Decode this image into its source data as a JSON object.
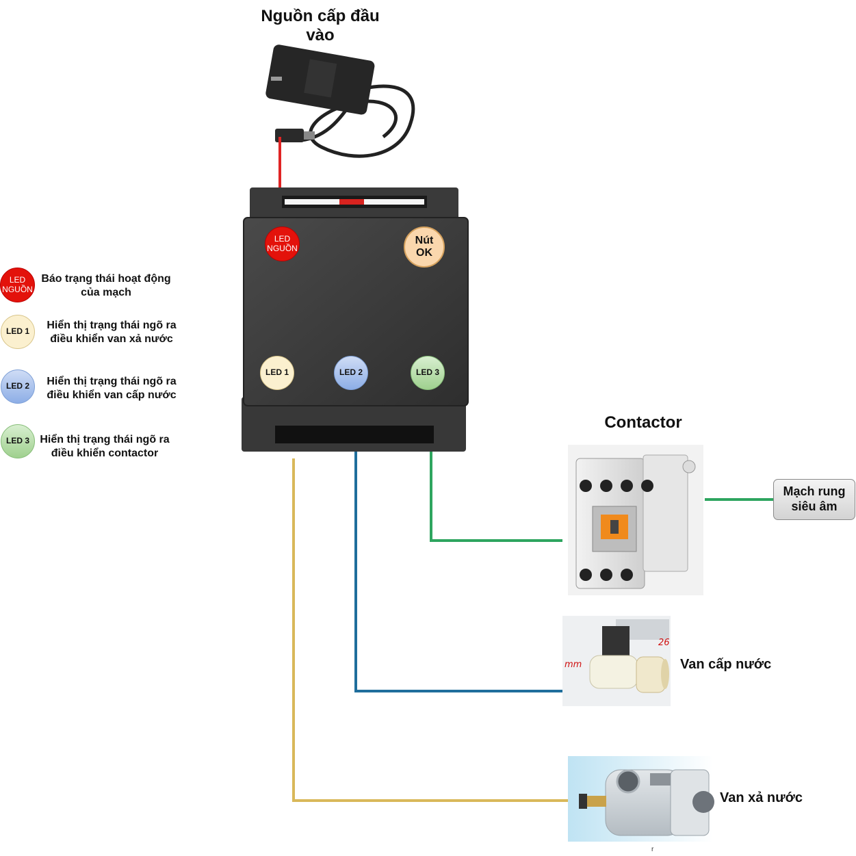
{
  "titles": {
    "power_supply": "Nguồn cấp đầu vào",
    "contactor": "Contactor"
  },
  "device": {
    "led_power": "LED NGUỒN",
    "ok_button": "Nút OK",
    "led1": "LED 1",
    "led2": "LED 2",
    "led3": "LED 3"
  },
  "legend": [
    {
      "badge": "LED NGUỒN",
      "text": "Báo trạng thái hoạt động của mạch"
    },
    {
      "badge": "LED 1",
      "text": "Hiển thị trạng thái ngõ ra điều khiển van xả nước"
    },
    {
      "badge": "LED 2",
      "text": "Hiển thị trạng thái ngõ ra điều khiển van cấp nước"
    },
    {
      "badge": "LED 3",
      "text": "Hiển thị trạng thái ngõ ra điều khiển contactor"
    }
  ],
  "ultrasonic_box": "Mạch rung siêu âm",
  "valves": {
    "inlet": "Van cấp nước",
    "drain": "Van xả nước"
  },
  "stray_mark": "r",
  "colors": {
    "power_wire": "#e02424",
    "led1_wire": "#d9b85a",
    "led2_wire": "#1f6e9c",
    "led3_wire": "#2ea55f",
    "led_power": "#e3120b",
    "enclosure": "#3c3c3c"
  }
}
